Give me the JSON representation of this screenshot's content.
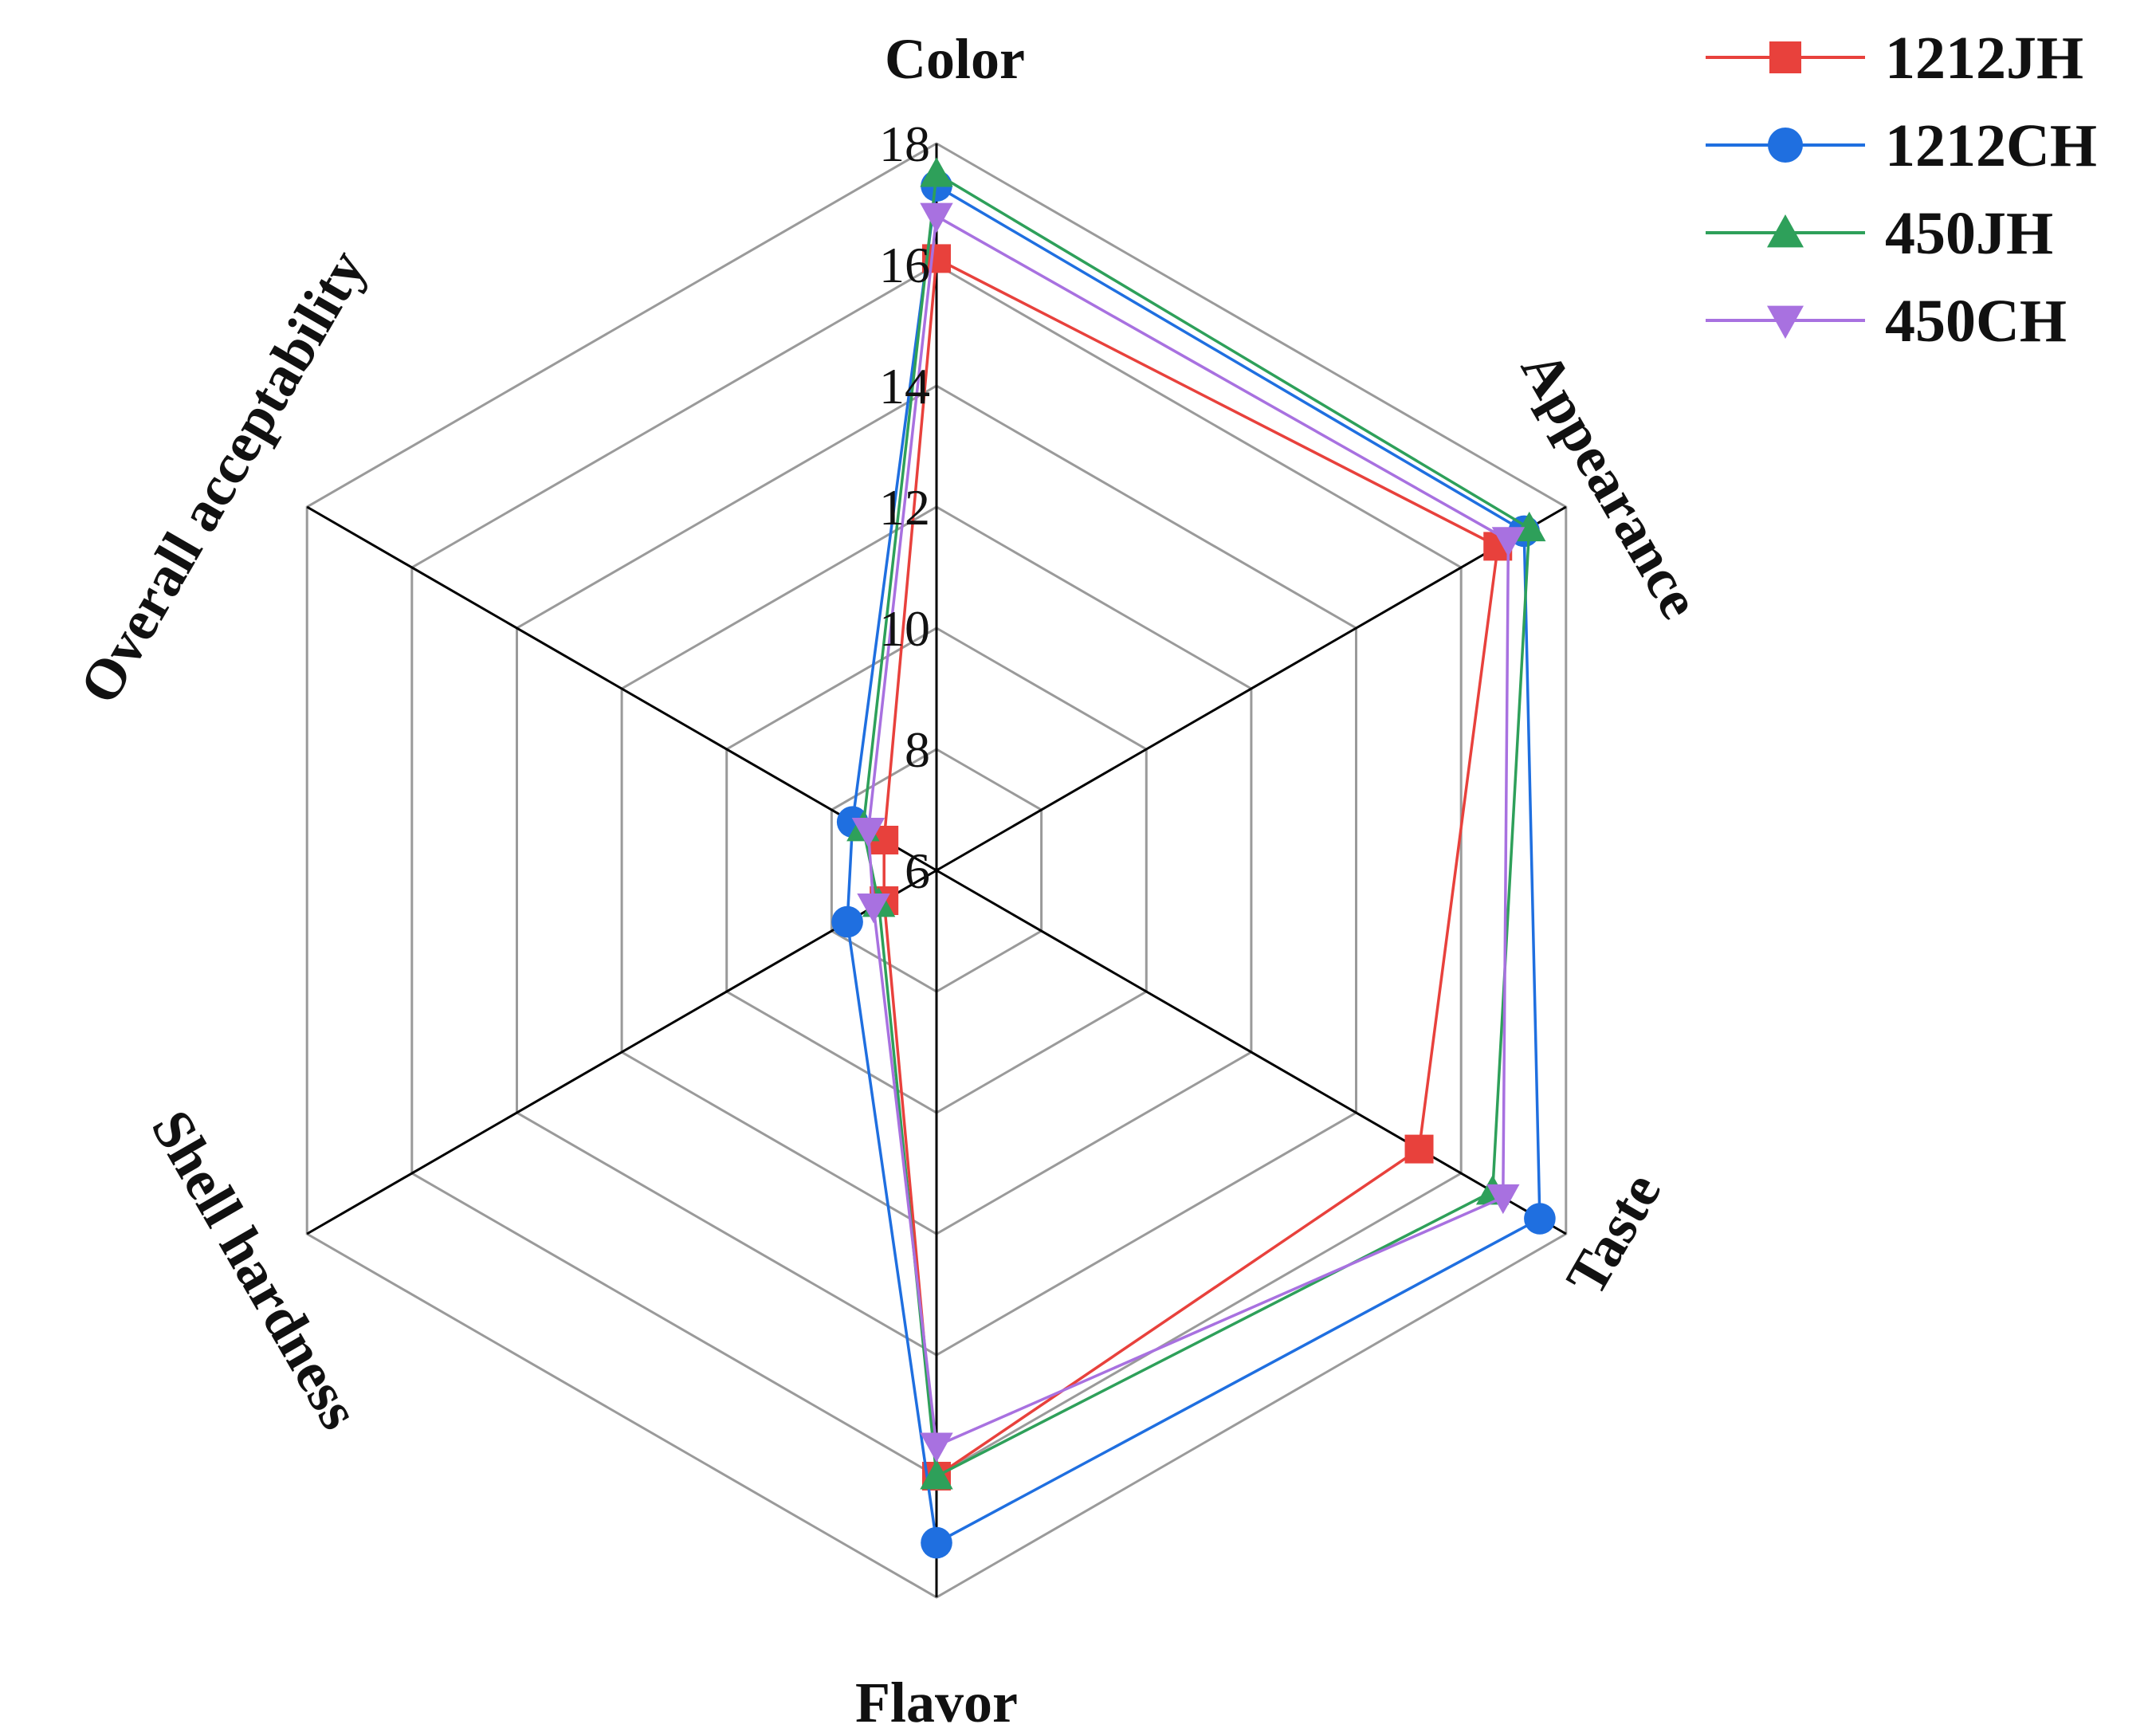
{
  "chart_data": {
    "type": "radar",
    "axes": [
      "Color",
      "Appearance",
      "Taste",
      "Flavor",
      "Shell hardness",
      "Overall acceptability"
    ],
    "rlim": [
      6,
      18
    ],
    "ticks": [
      "6",
      "8",
      "10",
      "12",
      "14",
      "16",
      "18"
    ],
    "grid": true,
    "legend_position": "top-right",
    "series": [
      {
        "name": "1212JH",
        "color": "#e8413c",
        "marker": "square",
        "values": [
          16.1,
          16.7,
          15.2,
          16.0,
          7.0,
          7.0
        ]
      },
      {
        "name": "1212CH",
        "color": "#1f6fe0",
        "marker": "circle",
        "values": [
          17.3,
          17.2,
          17.5,
          17.1,
          7.7,
          7.6
        ]
      },
      {
        "name": "450JH",
        "color": "#2ea05a",
        "marker": "triangle-up",
        "values": [
          17.5,
          17.3,
          16.6,
          16.0,
          7.1,
          7.4
        ]
      },
      {
        "name": "450CH",
        "color": "#a871e0",
        "marker": "triangle-down",
        "values": [
          16.8,
          16.9,
          16.8,
          15.5,
          7.2,
          7.3
        ]
      }
    ]
  }
}
